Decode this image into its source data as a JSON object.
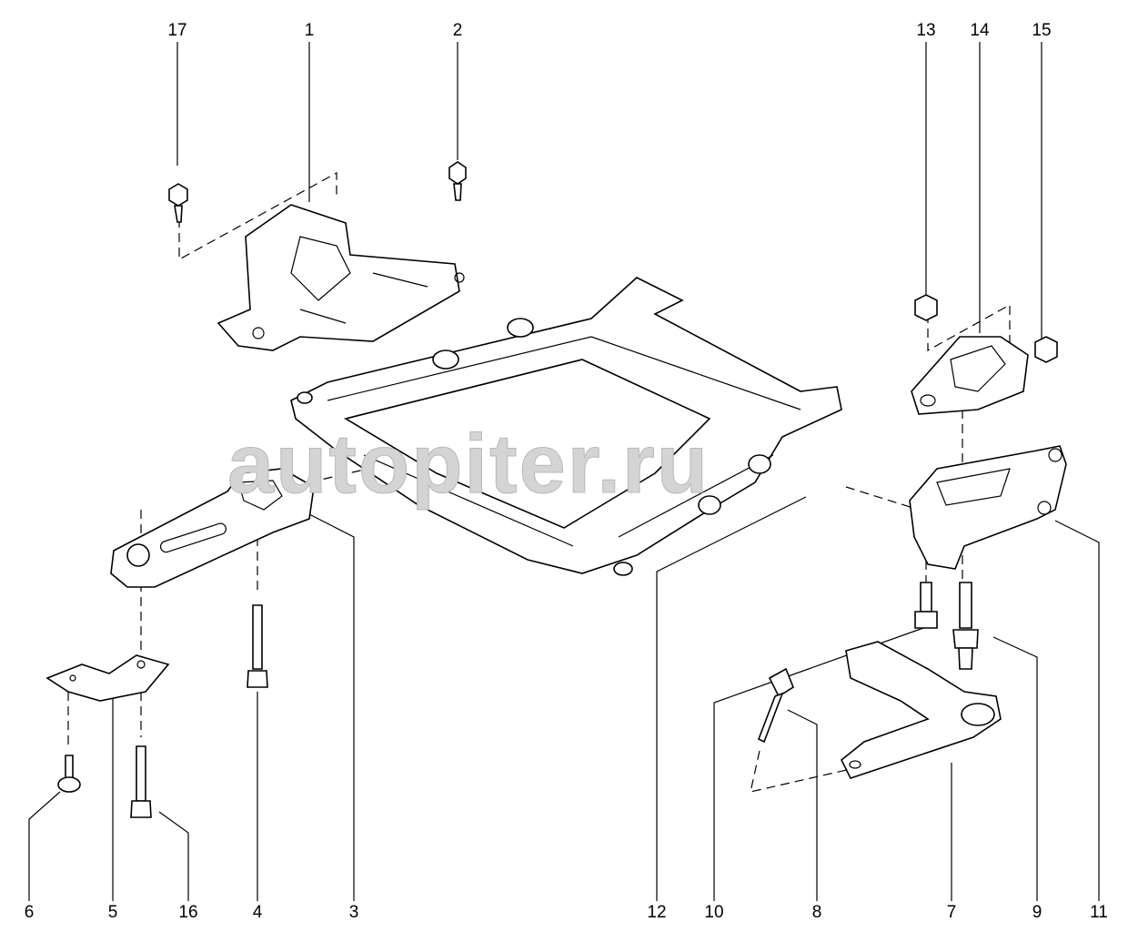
{
  "watermark": "autopiter.ru",
  "callouts": {
    "top": [
      {
        "id": "17",
        "label": "17"
      },
      {
        "id": "1",
        "label": "1"
      },
      {
        "id": "2",
        "label": "2"
      },
      {
        "id": "13",
        "label": "13"
      },
      {
        "id": "14",
        "label": "14"
      },
      {
        "id": "15",
        "label": "15"
      }
    ],
    "bottom": [
      {
        "id": "6",
        "label": "6"
      },
      {
        "id": "5",
        "label": "5"
      },
      {
        "id": "16",
        "label": "16"
      },
      {
        "id": "4",
        "label": "4"
      },
      {
        "id": "3",
        "label": "3"
      },
      {
        "id": "12",
        "label": "12"
      },
      {
        "id": "10",
        "label": "10"
      },
      {
        "id": "8",
        "label": "8"
      },
      {
        "id": "7",
        "label": "7"
      },
      {
        "id": "9",
        "label": "9"
      },
      {
        "id": "11",
        "label": "11"
      }
    ]
  }
}
